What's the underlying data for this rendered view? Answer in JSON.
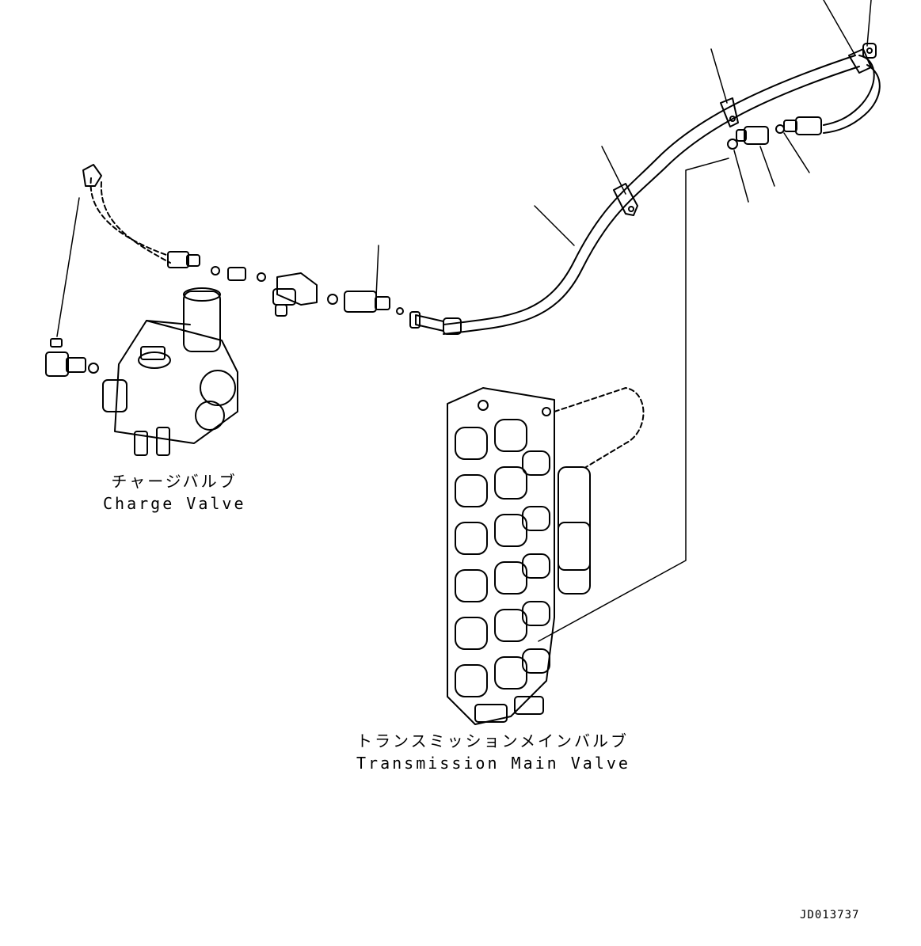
{
  "labels": {
    "charge_valve_jp": "チャージバルブ",
    "charge_valve_en": "Charge Valve",
    "tmv_jp": "トランスミッションメインバルブ",
    "tmv_en": "Transmission Main Valve",
    "drawing_id": "JD013737"
  },
  "colors": {
    "line": "#000000",
    "background": "#ffffff"
  }
}
